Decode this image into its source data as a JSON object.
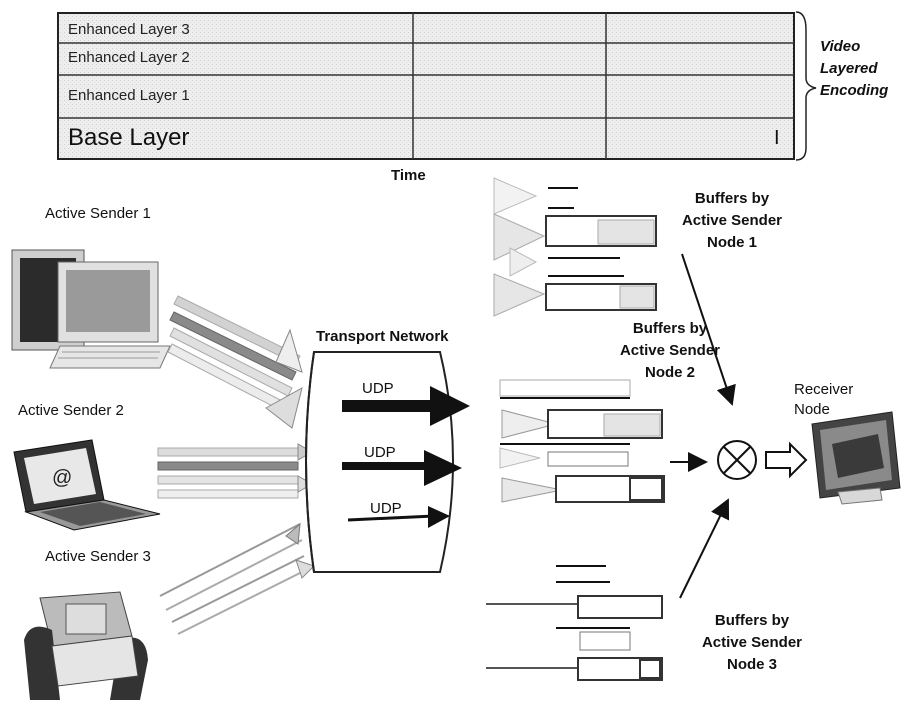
{
  "encoding": {
    "layers": [
      "Enhanced Layer 3",
      "Enhanced Layer 2",
      "Enhanced Layer 1",
      "Base Layer"
    ],
    "marker": "I",
    "caption": "Video Layered Encoding",
    "time_label": "Time"
  },
  "senders": [
    {
      "label": "Active Sender 1",
      "icon": "desktop-computer"
    },
    {
      "label": "Active Sender 2",
      "icon": "laptop-at-sign"
    },
    {
      "label": "Active Sender 3",
      "icon": "handheld-device"
    }
  ],
  "network": {
    "title": "Transport Network",
    "flows": [
      "UDP",
      "UDP",
      "UDP"
    ]
  },
  "buffers": [
    {
      "label": "Buffers by Active Sender Node 1"
    },
    {
      "label": "Buffers by Active Sender Node 2"
    },
    {
      "label": "Buffers by Active Sender Node 3"
    }
  ],
  "receiver": {
    "label": "Receiver Node",
    "icon": "monitor-display"
  },
  "mixer": {
    "icon": "circle-x-combiner"
  },
  "colors": {
    "line": "#111111",
    "fill_gray": "#d9d9d9",
    "light_gray": "#ececec",
    "dark_stripe": "#8a8a8a"
  }
}
